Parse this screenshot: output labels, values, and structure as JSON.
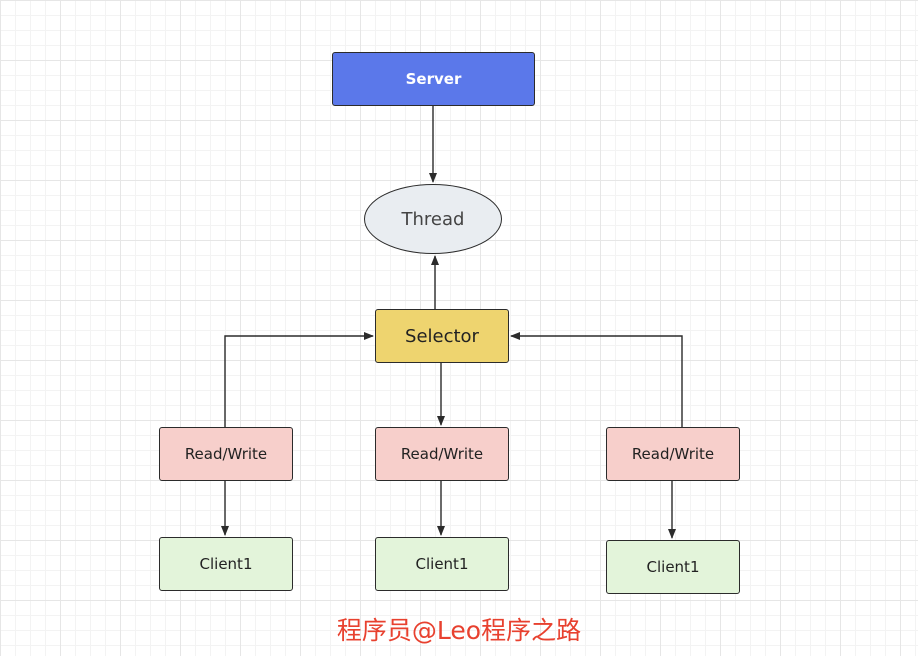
{
  "nodes": {
    "server": "Server",
    "thread": "Thread",
    "selector": "Selector",
    "read_write": [
      "Read/Write",
      "Read/Write",
      "Read/Write"
    ],
    "clients": [
      "Client1",
      "Client1",
      "Client1"
    ]
  },
  "watermark": "程序员@Leo程序之路",
  "colors": {
    "server_fill": "#5b78ea",
    "thread_fill": "#e9edf1",
    "selector_fill": "#eed46f",
    "read_write_fill": "#f7cfcb",
    "client_fill": "#e3f4da",
    "watermark_text": "#e8412f",
    "edge": "#2b2b2b"
  }
}
